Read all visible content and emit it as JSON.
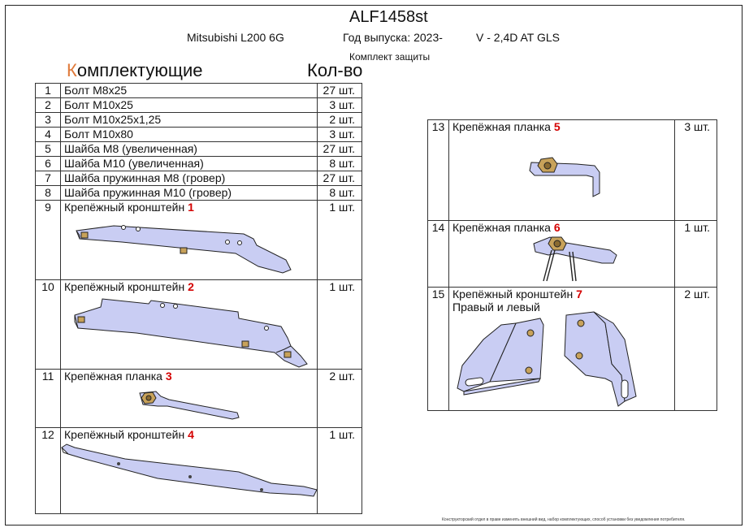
{
  "header": {
    "code": "ALF1458st",
    "model": "Mitsubishi L200 6G",
    "year": "Год выпуска: 2023-",
    "engine": "V - 2,4D AT GLS",
    "kit_type": "Комплект защиты"
  },
  "columns": {
    "components_first": "К",
    "components_rest": "омплектующие",
    "quantity": "Кол-во"
  },
  "left_items": [
    {
      "n": "1",
      "name": "Болт М8х25",
      "ref": "",
      "qty": "27 шт."
    },
    {
      "n": "2",
      "name": "Болт М10х25",
      "ref": "",
      "qty": "3 шт."
    },
    {
      "n": "3",
      "name": "Болт М10х25х1,25",
      "ref": "",
      "qty": "2 шт."
    },
    {
      "n": "4",
      "name": "Болт М10х80",
      "ref": "",
      "qty": "3 шт."
    },
    {
      "n": "5",
      "name": "Шайба М8 (увеличенная)",
      "ref": "",
      "qty": "27 шт."
    },
    {
      "n": "6",
      "name": "Шайба М10 (увеличенная)",
      "ref": "",
      "qty": "8 шт."
    },
    {
      "n": "7",
      "name": "Шайба пружинная М8 (гровер)",
      "ref": "",
      "qty": "27 шт."
    },
    {
      "n": "8",
      "name": "Шайба пружинная М10 (гровер)",
      "ref": "",
      "qty": "8 шт."
    },
    {
      "n": "9",
      "name": "Крепёжный кронштейн ",
      "ref": "1",
      "qty": "1 шт."
    },
    {
      "n": "10",
      "name": "Крепёжный кронштейн ",
      "ref": "2",
      "qty": "1 шт."
    },
    {
      "n": "11",
      "name": "Крепёжная планка ",
      "ref": "3",
      "qty": "2 шт."
    },
    {
      "n": "12",
      "name": "Крепёжный кронштейн ",
      "ref": "4",
      "qty": "1 шт."
    }
  ],
  "right_items": [
    {
      "n": "13",
      "name": "Крепёжная планка ",
      "ref": "5",
      "line2": "",
      "qty": "3 шт."
    },
    {
      "n": "14",
      "name": "Крепёжная планка ",
      "ref": "6",
      "line2": "",
      "qty": "1 шт."
    },
    {
      "n": "15",
      "name": "Крепёжный кронштейн ",
      "ref": "7",
      "line2": "Правый и левый",
      "qty": "2 шт."
    }
  ],
  "footer": "Конструкторский отдел в праве изменять внешний вид, набор комплектующих, способ установки без уведомления потребителя.",
  "colors": {
    "part_fill": "#c9cdf3",
    "nut_fill": "#c8a25a",
    "ref_red": "#d40000",
    "heading_accent": "#e07a3a"
  },
  "icons": [
    "bracket-1-drawing",
    "bracket-2-drawing",
    "plate-3-drawing",
    "bracket-4-drawing",
    "plate-5-drawing",
    "plate-6-drawing",
    "bracket-7-drawing"
  ]
}
